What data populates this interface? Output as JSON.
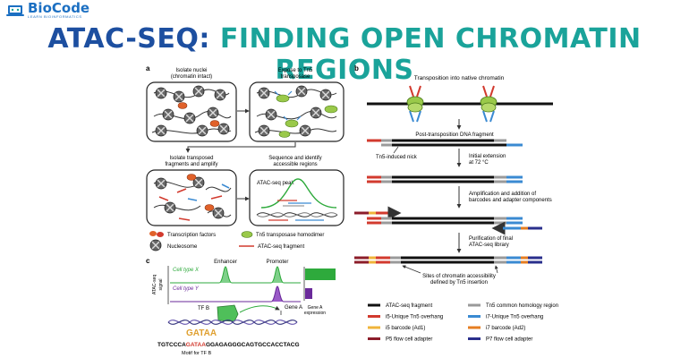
{
  "logo": {
    "name": "BioCode",
    "tagline": "LEARN BIOINFORMATICS"
  },
  "title": {
    "part1": "ATAC-SEQ:",
    "part2": "FINDING OPEN CHROMATIN REGIONS"
  },
  "colors": {
    "title_blue": "#1d4fa0",
    "title_teal": "#1aa39a",
    "logo_blue": "#1b6fc2",
    "cell_x": "#2eaa3c",
    "cell_y": "#6a2a9a"
  },
  "panel_a": {
    "label": "a",
    "step1": [
      "Isolate nuclei",
      "(chromatin intact)"
    ],
    "step2": [
      "Expose to Tn5",
      "transposase"
    ],
    "step3": [
      "Isolate transposed",
      "fragments and amplify"
    ],
    "step4": [
      "Sequence and identify",
      "accessible regions"
    ],
    "peak_label": "ATAC-seq peak",
    "legend": {
      "tf": "Transcription factors",
      "tn5": "Tn5 transposase homodimer",
      "nucleosome": "Nucleosome",
      "fragment": "ATAC-seq fragment"
    }
  },
  "panel_b": {
    "label": "b",
    "native": "Transposition into native chromatin",
    "post": "Post-transposition DNA fragment",
    "nick": "Tn5-induced nick",
    "extension": [
      "Initial extension",
      "at 72 °C"
    ],
    "amplification": [
      "Amplification and addition of",
      "barcodes and adapter components"
    ],
    "purification": [
      "Purification of final",
      "ATAC-seq library"
    ],
    "sites": [
      "Sites of chromatin accessibility",
      "defined by Tn5 insertion"
    ],
    "legend": [
      {
        "label": "ATAC-seq fragment",
        "color": "#111111"
      },
      {
        "label": "Tn5 common homology region",
        "color": "#9a9a9a"
      },
      {
        "label": "i5-Unique Tn5 overhang",
        "color": "#d23a2e"
      },
      {
        "label": "i7-Unique Tn5 overhang",
        "color": "#3a8ad2"
      },
      {
        "label": "i5 barcode (Ad1)",
        "color": "#f0b43a"
      },
      {
        "label": "i7 barcode (Ad2)",
        "color": "#e67e22"
      },
      {
        "label": "P5 flow cell adapter",
        "color": "#8c1d2a"
      },
      {
        "label": "P7 flow cell adapter",
        "color": "#2a2f8c"
      }
    ]
  },
  "panel_c": {
    "label": "c",
    "ylabel": [
      "ATAC-seq",
      "signal"
    ],
    "enhancer": "Enhancer",
    "promoter": "Promoter",
    "cell_x": "Cell type X",
    "cell_y": "Cell type Y",
    "tf": "TF B",
    "gene": "Gene A",
    "expression": [
      "Gene A",
      "expression"
    ],
    "sequence_pre": "TGTCCCA",
    "sequence_motif": "GATAA",
    "sequence_post": "GGAGAGGGCAGTGCCACCTACG",
    "motif_letters": "GATAA",
    "motif_caption": "Motif for TF B"
  }
}
